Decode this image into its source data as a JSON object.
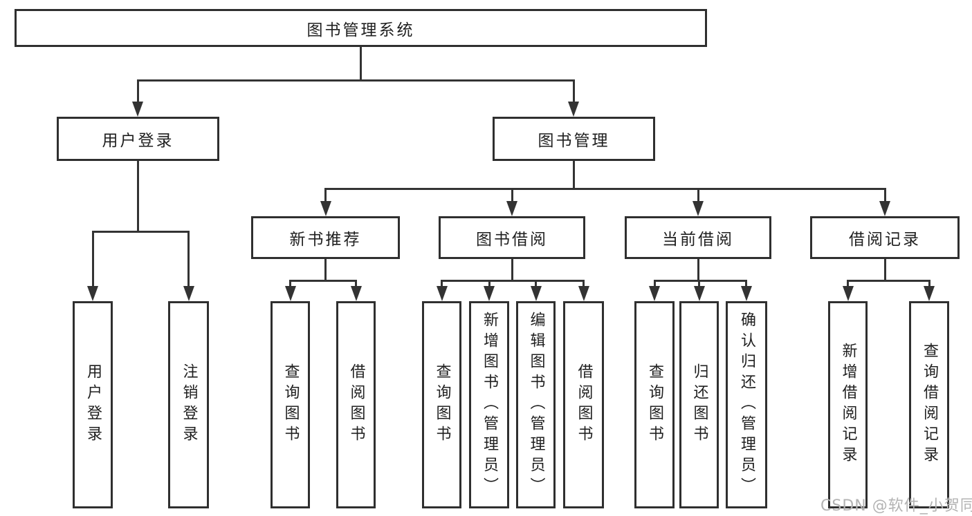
{
  "nodes": {
    "root": "图书管理系统",
    "user_login": "用户登录",
    "book_mgmt": "图书管理",
    "new_book_rec": "新书推荐",
    "book_borrow": "图书借阅",
    "current_borrow": "当前借阅",
    "borrow_records": "借阅记录",
    "leaf_user_login": "用户登录",
    "leaf_logout": "注销登录",
    "leaf_query_books_1": "查询图书",
    "leaf_borrow_books_1": "借阅图书",
    "leaf_query_books_2": "查询图书",
    "leaf_add_books": "新增图书（管理员）",
    "leaf_edit_books": "编辑图书（管理员）",
    "leaf_borrow_books_2": "借阅图书",
    "leaf_query_books_3": "查询图书",
    "leaf_return_books": "归还图书",
    "leaf_confirm_return": "确认归还（管理员）",
    "leaf_add_borrow_record": "新增借阅记录",
    "leaf_query_borrow_record": "查询借阅记录"
  },
  "hierarchy": {
    "图书管理系统": {
      "用户登录": [
        "用户登录",
        "注销登录"
      ],
      "图书管理": {
        "新书推荐": [
          "查询图书",
          "借阅图书"
        ],
        "图书借阅": [
          "查询图书",
          "新增图书（管理员）",
          "编辑图书（管理员）",
          "借阅图书"
        ],
        "当前借阅": [
          "查询图书",
          "归还图书",
          "确认归还（管理员）"
        ],
        "借阅记录": [
          "新增借阅记录",
          "查询借阅记录"
        ]
      }
    }
  },
  "colors": {
    "line": "#333333",
    "border": "#2f2f2f",
    "text": "#1f1f1f",
    "watermark": "#b3b3b3",
    "background": "#ffffff"
  },
  "watermark": "CSDN @软件_小贺同学"
}
